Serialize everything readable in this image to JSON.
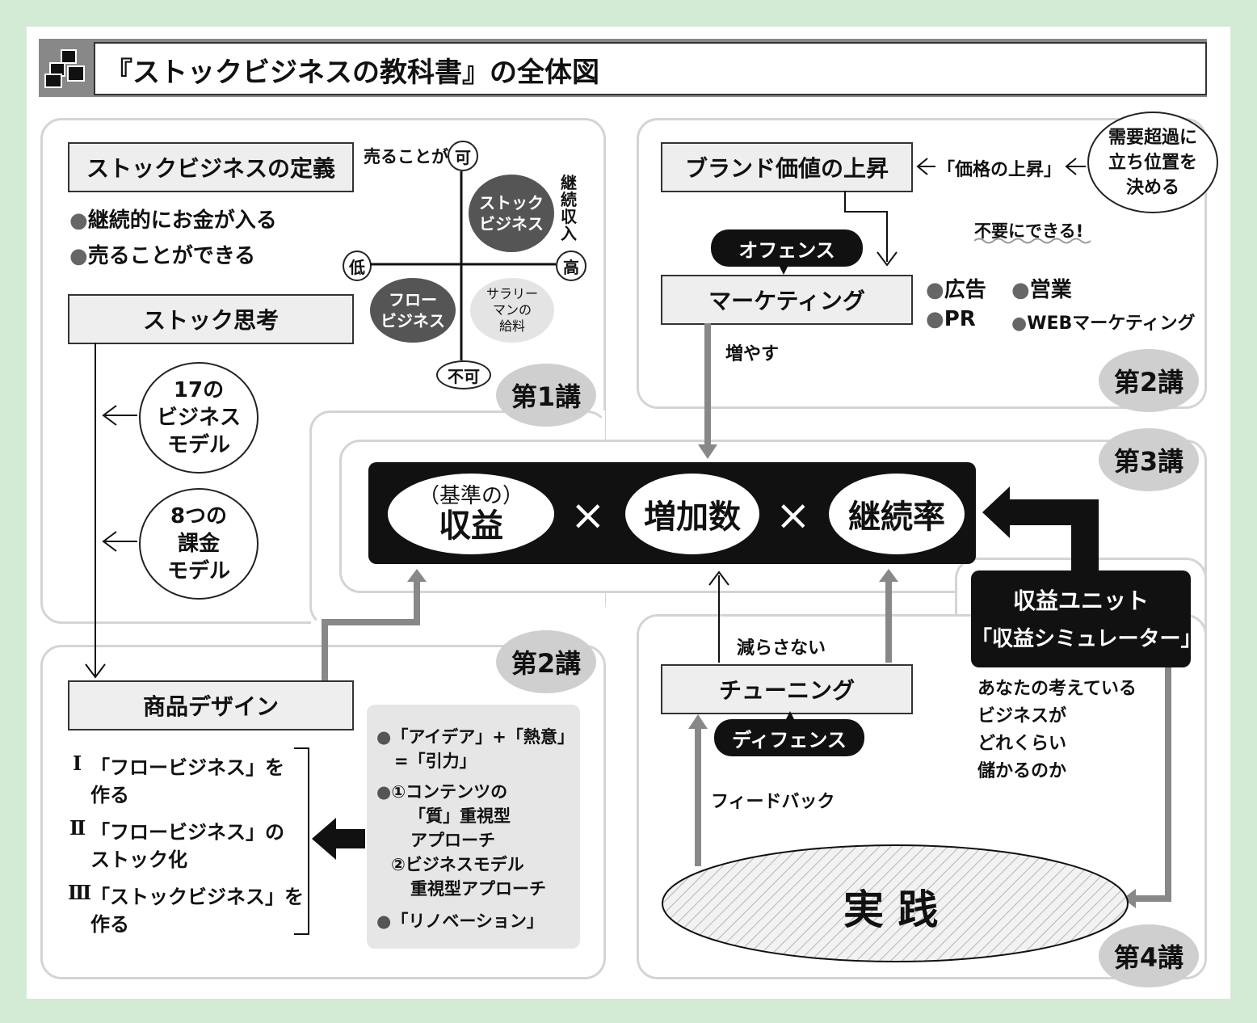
{
  "title": "『ストックビジネスの教科書』の全体図",
  "icon": "stacked-boxes-icon",
  "lectures": {
    "l1": "第1講",
    "l2a": "第2講",
    "l2b": "第2講",
    "l3": "第3講",
    "l4": "第4講"
  },
  "section1": {
    "definition_title": "ストックビジネスの定義",
    "definition_items": [
      "継続的にお金が入る",
      "売ることができる"
    ],
    "stock_thinking": "ストック思考",
    "circle_17": [
      "17の",
      "ビジネス",
      "モデル"
    ],
    "circle_8": [
      "8つの",
      "課金",
      "モデル"
    ],
    "matrix": {
      "y_label": "売ることが",
      "y_top": "可",
      "y_bottom": "不可",
      "x_left": "低",
      "x_right": "高",
      "x_axis_label": "継続収入",
      "stock_business": [
        "ストック",
        "ビジネス"
      ],
      "flow_business": [
        "フロー",
        "ビジネス"
      ],
      "salary": [
        "サラリー",
        "マンの",
        "給料"
      ]
    }
  },
  "section2_marketing": {
    "brand": "ブランド価値の上昇",
    "price_rise": "「価格の上昇」",
    "demand": [
      "需要超過に",
      "立ち位置を",
      "決める"
    ],
    "unnecessary": "不要にできる!",
    "offense": "オフェンス",
    "marketing": "マーケティング",
    "channels": [
      "広告",
      "営業",
      "PR",
      "WEBマーケティング"
    ],
    "increase": "増やす"
  },
  "formula": {
    "revenue_small": "（基準の）",
    "revenue": "収益",
    "times": "×",
    "increase_count": "増加数",
    "retention": "継続率"
  },
  "unit": {
    "title1": "収益ユニット",
    "title2": "「収益シミュレーター」",
    "desc": [
      "あなたの考えている",
      "ビジネスが",
      "どれくらい",
      "儲かるのか"
    ]
  },
  "section2_product": {
    "design": "商品デザイン",
    "roman": [
      "Ⅰ",
      "Ⅱ",
      "Ⅲ"
    ],
    "steps": [
      [
        "「フロービジネス」を",
        "作る"
      ],
      [
        "「フロービジネス」の",
        "ストック化"
      ],
      [
        "「ストックビジネス」を",
        "作る"
      ]
    ],
    "approach": {
      "a1": "「アイデア」+「熱意」",
      "a1b": "=「引力」",
      "b1": "①コンテンツの",
      "b2": "「質」重視型",
      "b3": "アプローチ",
      "b4": "②ビジネスモデル",
      "b5": "重視型アプローチ",
      "c1": "「リノベーション」"
    }
  },
  "section4": {
    "not_decrease": "減らさない",
    "tuning": "チューニング",
    "defense": "ディフェンス",
    "feedback": "フィードバック",
    "practice": "実 践"
  }
}
